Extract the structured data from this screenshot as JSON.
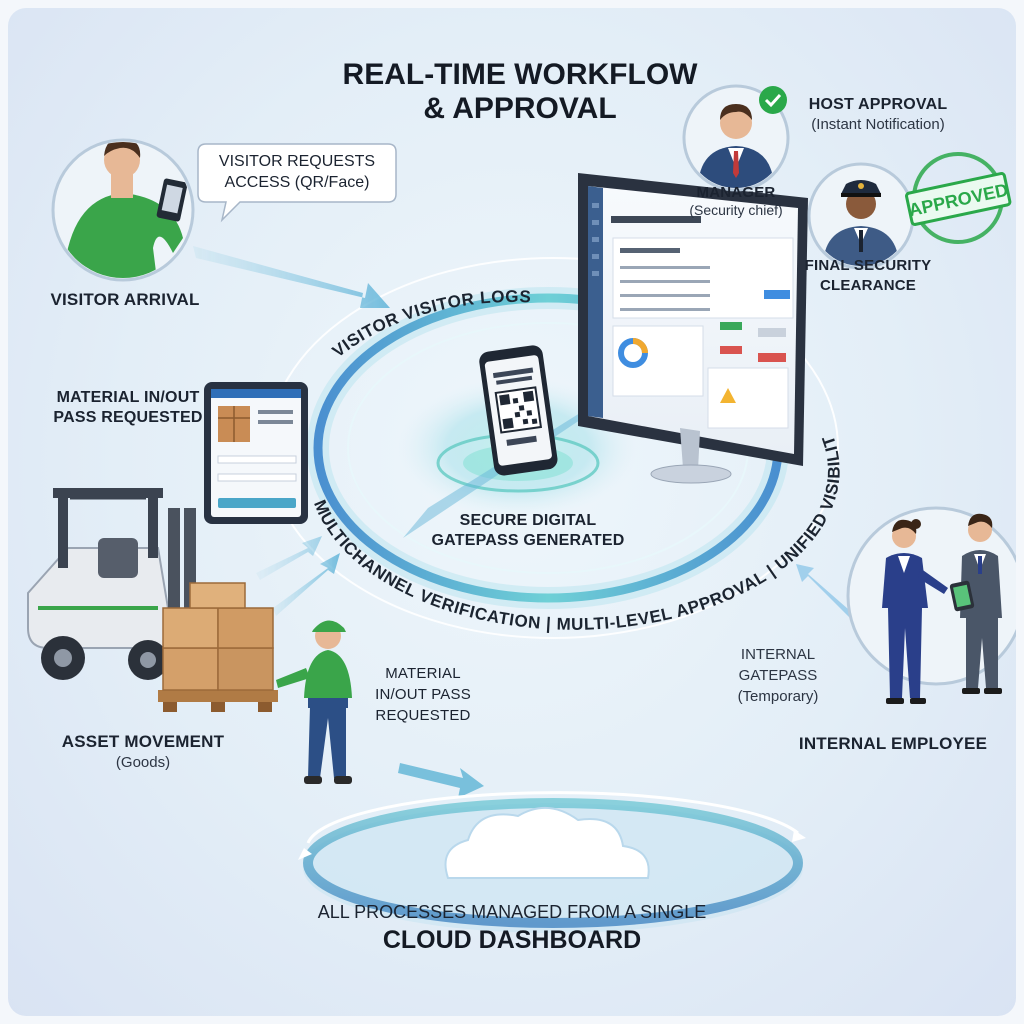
{
  "title_line1": "REAL-TIME WORKFLOW",
  "title_line2": "& APPROVAL",
  "visitor": {
    "bubble_line1": "VISITOR REQUESTS",
    "bubble_line2": "ACCESS (QR/Face)",
    "label": "VISITOR ARRIVAL"
  },
  "host": {
    "label": "HOST APPROVAL",
    "sub": "(Instant Notification)"
  },
  "manager": {
    "label": "MANAGER",
    "sub": "(Security chief)"
  },
  "security": {
    "label_line1": "FINAL SECURITY",
    "label_line2": "CLEARANCE",
    "stamp": "APPROVED"
  },
  "ring_top_text": "VISITOR VISITOR LOGS",
  "ring_bottom_text": "MULTICHANNEL VERIFICATION | MULTI-LEVEL APPROVAL | UNIFIED VISIBILITY",
  "center": {
    "line1": "SECURE DIGITAL",
    "line2": "GATEPASS GENERATED"
  },
  "material_top": {
    "line1": "MATERIAL IN/OUT",
    "line2": "PASS REQUESTED"
  },
  "material_bottom": {
    "line1": "MATERIAL",
    "line2": "IN/OUT PASS",
    "line3": "REQUESTED"
  },
  "asset": {
    "label": "ASSET MOVEMENT",
    "sub": "(Goods)"
  },
  "internal_gatepass": {
    "line1": "INTERNAL",
    "line2": "GATEPASS",
    "line3": "(Temporary)"
  },
  "employee": {
    "label": "INTERNAL EMPLOYEE"
  },
  "footer": {
    "line1": "ALL PROCESSES MANAGED FROM A SINGLE",
    "line2": "CLOUD DASHBOARD"
  },
  "colors": {
    "accent_teal": "#3fb8b0",
    "ring_blue": "#5a9ad6",
    "approve_green": "#2aa84a",
    "worker_green": "#3aa54a"
  }
}
